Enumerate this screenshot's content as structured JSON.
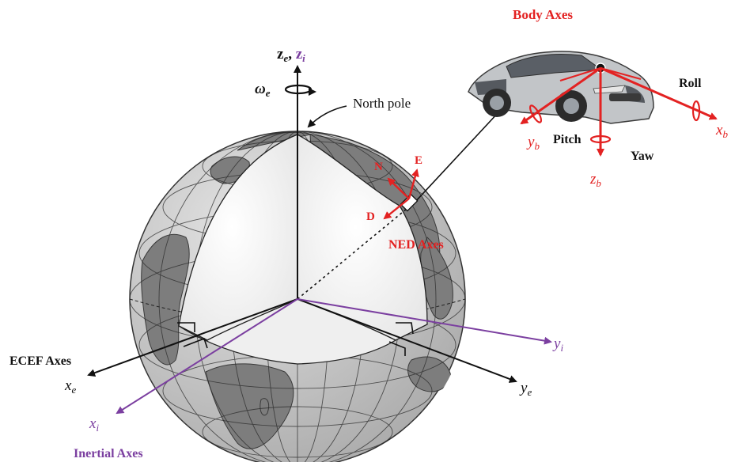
{
  "labels": {
    "body_axes": "Body Axes",
    "north_pole": "North pole",
    "ned_axes": "NED Axes",
    "ecef_axes": "ECEF Axes",
    "inertial_axes": "Inertial Axes",
    "roll": "Roll",
    "pitch": "Pitch",
    "yaw": "Yaw",
    "n": "N",
    "e": "E",
    "d": "D"
  },
  "symbols": {
    "z_e": "z",
    "z_e_sub": "e",
    "z_i": "z",
    "z_i_sub": "i",
    "comma": ",",
    "omega": "ω",
    "omega_sub": "e",
    "x_e": "x",
    "x_e_sub": "e",
    "y_e": "y",
    "y_e_sub": "e",
    "x_i": "x",
    "x_i_sub": "i",
    "y_i": "y",
    "y_i_sub": "i",
    "x_b": "x",
    "x_b_sub": "b",
    "y_b": "y",
    "y_b_sub": "b",
    "z_b": "z",
    "z_b_sub": "b"
  },
  "colors": {
    "red": "#e32222",
    "purple": "#7b3fa0",
    "black": "#111111",
    "globe_land": "#8a8a8a",
    "globe_ocean": "#cfcfcf",
    "car_body": "#b9bcbf"
  }
}
